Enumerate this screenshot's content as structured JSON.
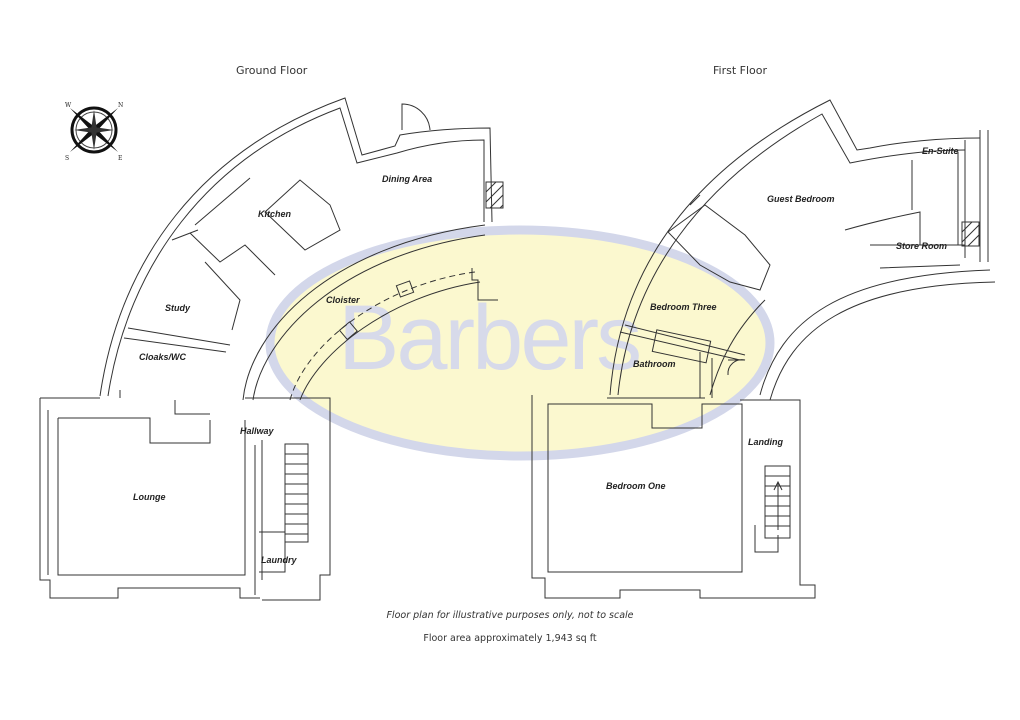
{
  "floors": {
    "ground": {
      "title": "Ground Floor",
      "rooms": {
        "dining_area": "Dining Area",
        "kitchen": "Kitchen",
        "study": "Study",
        "cloaks_wc": "Cloaks/WC",
        "cloister": "Cloister",
        "hallway": "Hallway",
        "lounge": "Lounge",
        "laundry": "Laundry"
      }
    },
    "first": {
      "title": "First Floor",
      "rooms": {
        "guest_bedroom": "Guest Bedroom",
        "en_suite": "En-Suite",
        "store_room": "Store Room",
        "bedroom_three": "Bedroom Three",
        "bathroom": "Bathroom",
        "bedroom_one": "Bedroom One",
        "landing": "Landing"
      }
    }
  },
  "watermark": {
    "text": "Barbers",
    "text_color": "#d6d9ec",
    "ellipse_fill": "#fbf8cf",
    "ellipse_ring": "#d3d7ea"
  },
  "compass": {
    "icon": "compass-rose-icon",
    "labels": [
      "N",
      "E",
      "S",
      "W"
    ]
  },
  "footer": {
    "disclaimer": "Floor plan for illustrative purposes only, not to scale",
    "area": "Floor area approximately 1,943 sq ft"
  }
}
